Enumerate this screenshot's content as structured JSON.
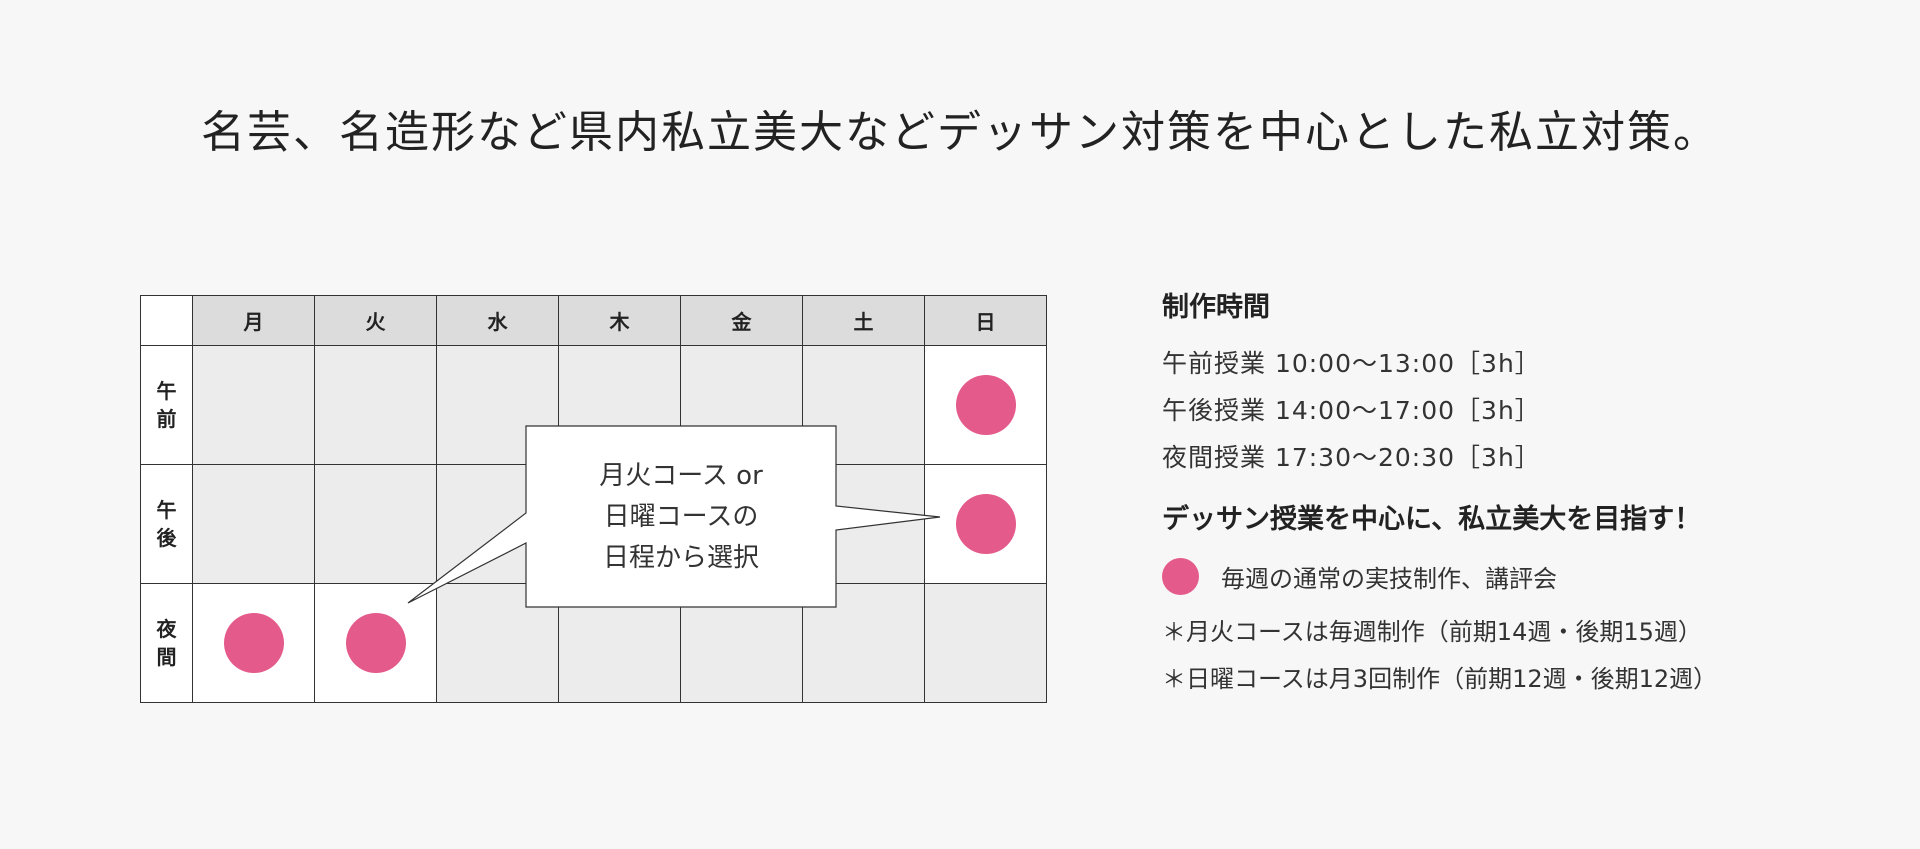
{
  "headline": "名芸、名造形など県内私立美大などデッサン対策を中心とした私立対策。",
  "schedule": {
    "days": [
      "月",
      "火",
      "水",
      "木",
      "金",
      "土",
      "日"
    ],
    "rows": [
      {
        "label_1": "午",
        "label_2": "前",
        "slots": [
          false,
          false,
          false,
          false,
          false,
          false,
          true
        ]
      },
      {
        "label_1": "午",
        "label_2": "後",
        "slots": [
          false,
          false,
          false,
          false,
          false,
          false,
          true
        ]
      },
      {
        "label_1": "夜",
        "label_2": "間",
        "slots": [
          true,
          true,
          false,
          false,
          false,
          false,
          false
        ]
      }
    ],
    "marker_color": "#e45a8a"
  },
  "callout": {
    "line1": "月火コース or",
    "line2": "日曜コースの",
    "line3": "日程から選択"
  },
  "info": {
    "title": "制作時間",
    "times": [
      "午前授業 10:00～13:00［3h］",
      "午後授業 14:00～17:00［3h］",
      "夜間授業 17:30～20:30［3h］"
    ],
    "subtitle": "デッサン授業を中心に、私立美大を目指す！",
    "legend": "毎週の通常の実技制作、講評会",
    "notes": [
      "＊月火コースは毎週制作（前期14週・後期15週）",
      "＊日曜コースは月3回制作（前期12週・後期12週）"
    ]
  }
}
